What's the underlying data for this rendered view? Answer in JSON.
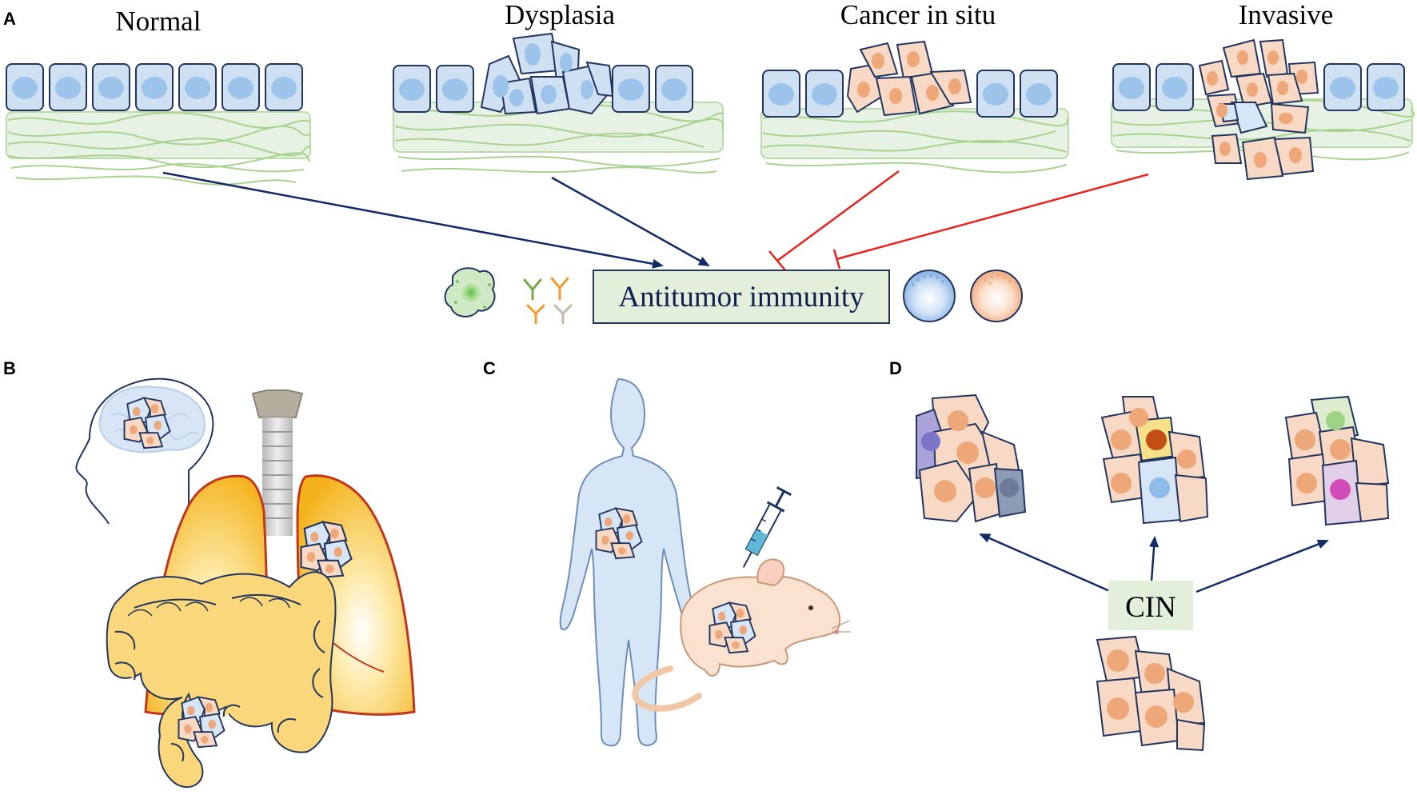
{
  "panels": {
    "a": "A",
    "b": "B",
    "c": "C",
    "d": "D"
  },
  "stages": {
    "normal": "Normal",
    "dysplasia": "Dysplasia",
    "in_situ": "Cancer in situ",
    "invasive": "Invasive"
  },
  "center_box": "Antitumor immunity",
  "cin_box": "CIN",
  "colors": {
    "healthy_cell": "#cfe0f3",
    "healthy_nucleus": "#9cc3ea",
    "tumor_cell": "#f8d9c6",
    "tumor_nucleus": "#eea778",
    "promote_arrow": "#122b66",
    "inhibit_arrow": "#e8221d",
    "stroma": "#a8d48f",
    "lung": "#f5b41c",
    "intestine": "#fad77a",
    "body": "#d6e6f6"
  }
}
